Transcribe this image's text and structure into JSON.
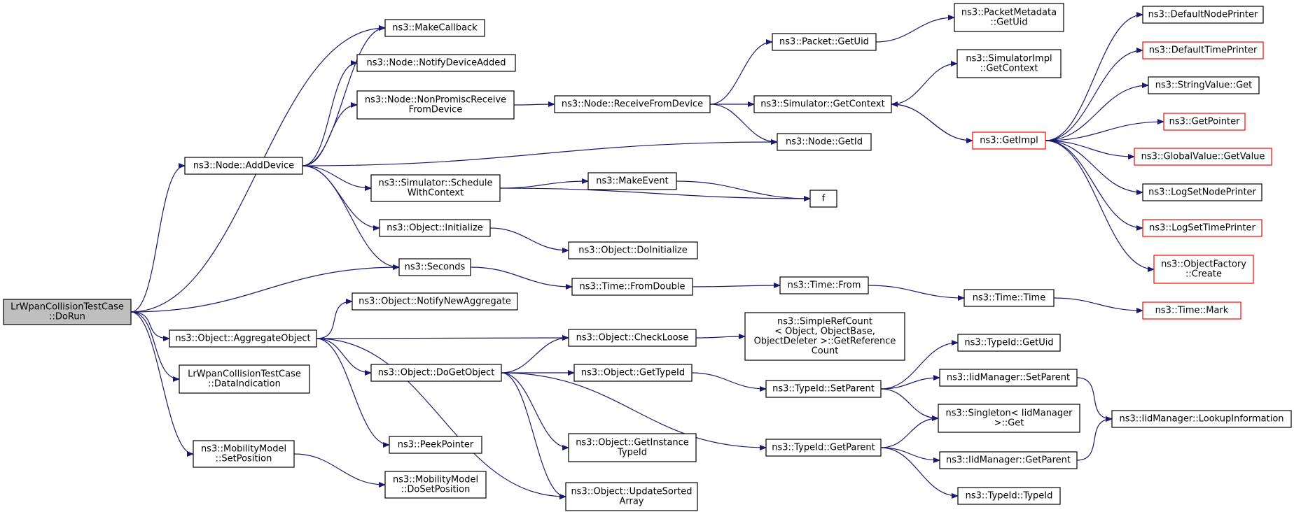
{
  "graph": {
    "colors": {
      "edge": "#191970",
      "node_border": "#000000",
      "incomplete_border": "#ff0000",
      "root_fill": "#bfbfbf",
      "background": "#ffffff"
    },
    "nodes": [
      {
        "id": "doRun",
        "lines": [
          "LrWpanCollisionTestCase",
          "::DoRun"
        ],
        "style": "root"
      },
      {
        "id": "makeCallback",
        "lines": [
          "ns3::MakeCallback"
        ]
      },
      {
        "id": "notifyDeviceAdded",
        "lines": [
          "ns3::Node::NotifyDeviceAdded"
        ]
      },
      {
        "id": "nonPromisc",
        "lines": [
          "ns3::Node::NonPromiscReceive",
          "FromDevice"
        ]
      },
      {
        "id": "addDevice",
        "lines": [
          "ns3::Node::AddDevice"
        ]
      },
      {
        "id": "schedWithCtx",
        "lines": [
          "ns3::Simulator::Schedule",
          "WithContext"
        ]
      },
      {
        "id": "objInitialize",
        "lines": [
          "ns3::Object::Initialize"
        ]
      },
      {
        "id": "seconds",
        "lines": [
          "ns3::Seconds"
        ]
      },
      {
        "id": "notifyNewAgg",
        "lines": [
          "ns3::Object::NotifyNewAggregate"
        ]
      },
      {
        "id": "aggregateObject",
        "lines": [
          "ns3::Object::AggregateObject"
        ]
      },
      {
        "id": "dataIndication",
        "lines": [
          "LrWpanCollisionTestCase",
          "::DataIndication"
        ]
      },
      {
        "id": "doGetObject",
        "lines": [
          "ns3::Object::DoGetObject"
        ]
      },
      {
        "id": "peekPointer",
        "lines": [
          "ns3::PeekPointer"
        ]
      },
      {
        "id": "setPosition",
        "lines": [
          "ns3::MobilityModel",
          "::SetPosition"
        ]
      },
      {
        "id": "doSetPosition",
        "lines": [
          "ns3::MobilityModel",
          "::DoSetPosition"
        ]
      },
      {
        "id": "receiveFromDevice",
        "lines": [
          "ns3::Node::ReceiveFromDevice"
        ]
      },
      {
        "id": "makeEvent",
        "lines": [
          "ns3::MakeEvent"
        ]
      },
      {
        "id": "objDoInitialize",
        "lines": [
          "ns3::Object::DoInitialize"
        ]
      },
      {
        "id": "fromDouble",
        "lines": [
          "ns3::Time::FromDouble"
        ]
      },
      {
        "id": "checkLoose",
        "lines": [
          "ns3::Object::CheckLoose"
        ]
      },
      {
        "id": "getTypeIdObj",
        "lines": [
          "ns3::Object::GetTypeId"
        ]
      },
      {
        "id": "getInstanceTypeId",
        "lines": [
          "ns3::Object::GetInstance",
          "TypeId"
        ]
      },
      {
        "id": "updateSortedArray",
        "lines": [
          "ns3::Object::UpdateSorted",
          "Array"
        ]
      },
      {
        "id": "packetGetUid",
        "lines": [
          "ns3::Packet::GetUid"
        ]
      },
      {
        "id": "simGetContext",
        "lines": [
          "ns3::Simulator::GetContext"
        ]
      },
      {
        "id": "nodeGetId",
        "lines": [
          "ns3::Node::GetId"
        ]
      },
      {
        "id": "f",
        "lines": [
          "f"
        ]
      },
      {
        "id": "timeFrom",
        "lines": [
          "ns3::Time::From"
        ]
      },
      {
        "id": "simpleRefCount",
        "lines": [
          "ns3::SimpleRefCount",
          "< Object, ObjectBase,",
          " ObjectDeleter >::GetReference",
          "Count"
        ]
      },
      {
        "id": "typeIdSetParent",
        "lines": [
          "ns3::TypeId::SetParent"
        ]
      },
      {
        "id": "typeIdGetParent",
        "lines": [
          "ns3::TypeId::GetParent"
        ]
      },
      {
        "id": "packetMetadataGetUid",
        "lines": [
          "ns3::PacketMetadata",
          "::GetUid"
        ]
      },
      {
        "id": "simImplGetContext",
        "lines": [
          "ns3::SimulatorImpl",
          "::GetContext"
        ]
      },
      {
        "id": "getImpl",
        "lines": [
          "ns3::GetImpl"
        ],
        "style": "incomplete"
      },
      {
        "id": "timeTime",
        "lines": [
          "ns3::Time::Time"
        ]
      },
      {
        "id": "typeIdGetUid",
        "lines": [
          "ns3::TypeId::GetUid"
        ]
      },
      {
        "id": "iidSetParent",
        "lines": [
          "ns3::IidManager::SetParent"
        ]
      },
      {
        "id": "singletonGet",
        "lines": [
          "ns3::Singleton< IidManager",
          ">::Get"
        ]
      },
      {
        "id": "iidGetParent",
        "lines": [
          "ns3::IidManager::GetParent"
        ]
      },
      {
        "id": "typeIdTypeId",
        "lines": [
          "ns3::TypeId::TypeId"
        ]
      },
      {
        "id": "defaultNodePrinter",
        "lines": [
          "ns3::DefaultNodePrinter"
        ]
      },
      {
        "id": "defaultTimePrinter",
        "lines": [
          "ns3::DefaultTimePrinter"
        ],
        "style": "incomplete"
      },
      {
        "id": "stringValueGet",
        "lines": [
          "ns3::StringValue::Get"
        ]
      },
      {
        "id": "getPointer",
        "lines": [
          "ns3::GetPointer"
        ],
        "style": "incomplete"
      },
      {
        "id": "globalValueGetValue",
        "lines": [
          "ns3::GlobalValue::GetValue"
        ],
        "style": "incomplete"
      },
      {
        "id": "logSetNodePrinter",
        "lines": [
          "ns3::LogSetNodePrinter"
        ]
      },
      {
        "id": "logSetTimePrinter",
        "lines": [
          "ns3::LogSetTimePrinter"
        ],
        "style": "incomplete"
      },
      {
        "id": "objectFactoryCreate",
        "lines": [
          "ns3::ObjectFactory",
          "::Create"
        ],
        "style": "incomplete"
      },
      {
        "id": "timeMark",
        "lines": [
          "ns3::Time::Mark"
        ],
        "style": "incomplete"
      },
      {
        "id": "iidLookupInformation",
        "lines": [
          "ns3::IidManager::LookupInformation"
        ]
      }
    ],
    "edges": [
      [
        "doRun",
        "makeCallback"
      ],
      [
        "doRun",
        "addDevice"
      ],
      [
        "doRun",
        "seconds"
      ],
      [
        "doRun",
        "aggregateObject"
      ],
      [
        "doRun",
        "dataIndication"
      ],
      [
        "doRun",
        "setPosition"
      ],
      [
        "addDevice",
        "makeCallback"
      ],
      [
        "addDevice",
        "notifyDeviceAdded"
      ],
      [
        "addDevice",
        "nonPromisc"
      ],
      [
        "addDevice",
        "nodeGetId"
      ],
      [
        "addDevice",
        "schedWithCtx"
      ],
      [
        "addDevice",
        "objInitialize"
      ],
      [
        "addDevice",
        "seconds"
      ],
      [
        "nonPromisc",
        "receiveFromDevice"
      ],
      [
        "receiveFromDevice",
        "packetGetUid"
      ],
      [
        "receiveFromDevice",
        "simGetContext"
      ],
      [
        "receiveFromDevice",
        "nodeGetId"
      ],
      [
        "packetGetUid",
        "packetMetadataGetUid"
      ],
      [
        "simGetContext",
        "simImplGetContext"
      ],
      [
        "simGetContext",
        "getImpl"
      ],
      [
        "schedWithCtx",
        "makeEvent"
      ],
      [
        "schedWithCtx",
        "f"
      ],
      [
        "makeEvent",
        "f"
      ],
      [
        "objInitialize",
        "objDoInitialize"
      ],
      [
        "seconds",
        "fromDouble"
      ],
      [
        "fromDouble",
        "timeFrom"
      ],
      [
        "timeFrom",
        "timeTime"
      ],
      [
        "timeTime",
        "timeMark"
      ],
      [
        "aggregateObject",
        "notifyNewAgg"
      ],
      [
        "aggregateObject",
        "checkLoose"
      ],
      [
        "aggregateObject",
        "doGetObject"
      ],
      [
        "aggregateObject",
        "peekPointer"
      ],
      [
        "aggregateObject",
        "updateSortedArray"
      ],
      [
        "doGetObject",
        "checkLoose"
      ],
      [
        "doGetObject",
        "getTypeIdObj"
      ],
      [
        "doGetObject",
        "getInstanceTypeId"
      ],
      [
        "doGetObject",
        "updateSortedArray"
      ],
      [
        "doGetObject",
        "typeIdGetParent"
      ],
      [
        "checkLoose",
        "simpleRefCount"
      ],
      [
        "getTypeIdObj",
        "typeIdSetParent"
      ],
      [
        "typeIdSetParent",
        "typeIdGetUid"
      ],
      [
        "typeIdSetParent",
        "iidSetParent"
      ],
      [
        "typeIdSetParent",
        "singletonGet"
      ],
      [
        "typeIdGetParent",
        "singletonGet"
      ],
      [
        "typeIdGetParent",
        "iidGetParent"
      ],
      [
        "typeIdGetParent",
        "typeIdTypeId"
      ],
      [
        "iidSetParent",
        "iidLookupInformation"
      ],
      [
        "iidGetParent",
        "iidLookupInformation"
      ],
      [
        "setPosition",
        "doSetPosition"
      ],
      [
        "getImpl",
        "defaultNodePrinter"
      ],
      [
        "getImpl",
        "defaultTimePrinter"
      ],
      [
        "getImpl",
        "stringValueGet"
      ],
      [
        "getImpl",
        "getPointer"
      ],
      [
        "getImpl",
        "globalValueGetValue"
      ],
      [
        "getImpl",
        "logSetNodePrinter"
      ],
      [
        "getImpl",
        "logSetTimePrinter"
      ],
      [
        "getImpl",
        "objectFactoryCreate"
      ],
      [
        "getImpl",
        "simGetContext"
      ]
    ]
  }
}
